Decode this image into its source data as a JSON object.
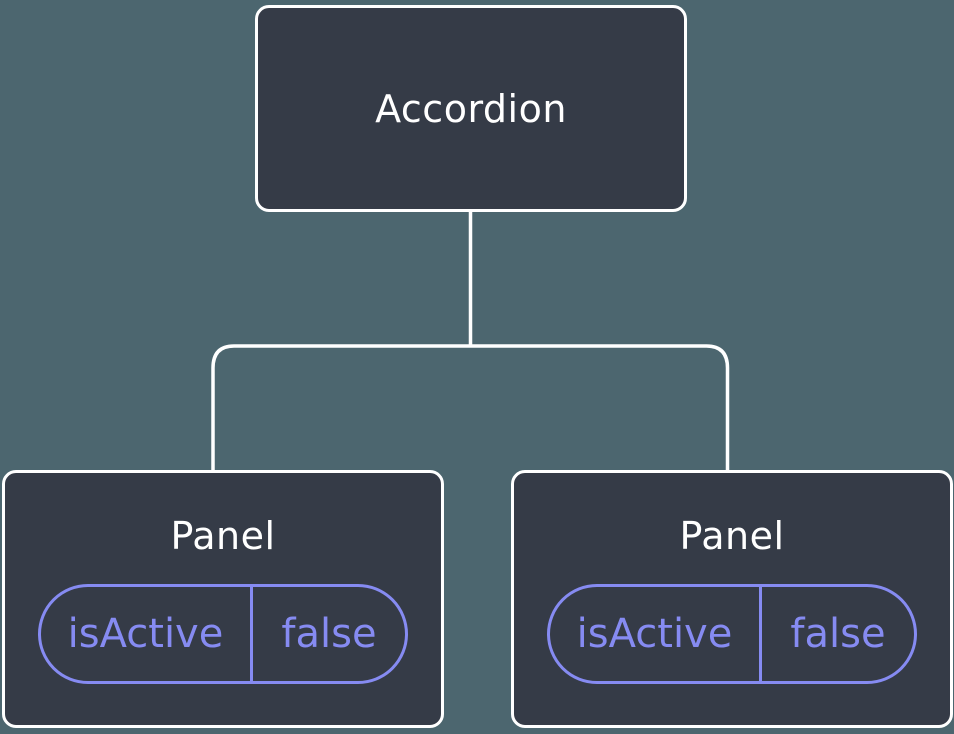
{
  "colors": {
    "bg": "#4c666f",
    "node_fill": "#353b47",
    "node_border": "#ffffff",
    "connector": "#ffffff",
    "accent": "#868bf2"
  },
  "tree": {
    "root": {
      "title": "Accordion"
    },
    "children": [
      {
        "title": "Panel",
        "state": {
          "key": "isActive",
          "value": "false"
        }
      },
      {
        "title": "Panel",
        "state": {
          "key": "isActive",
          "value": "false"
        }
      }
    ]
  }
}
